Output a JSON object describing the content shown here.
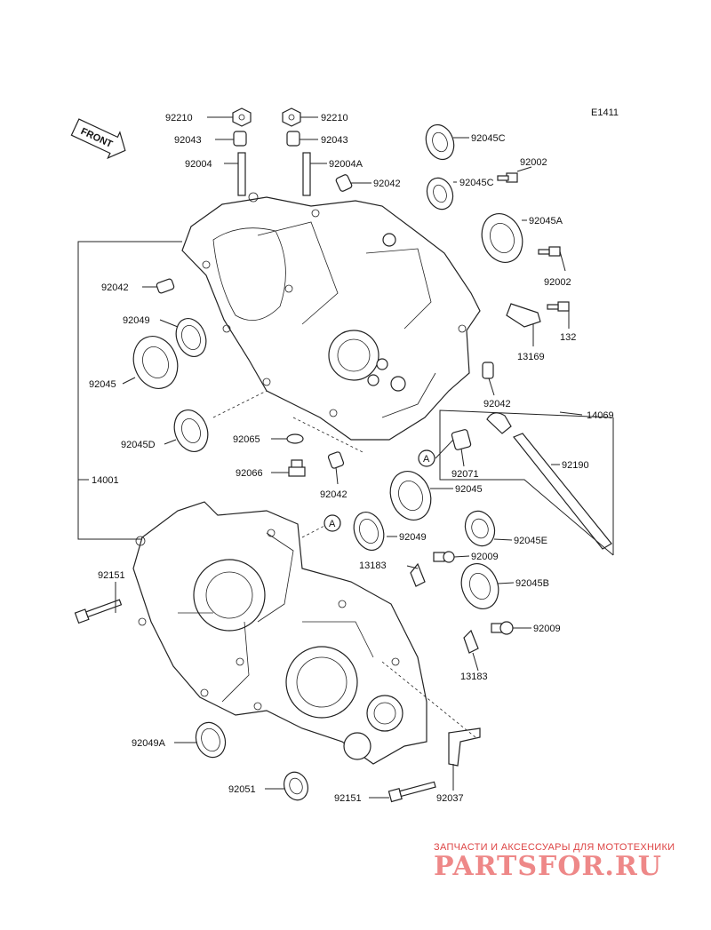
{
  "diagram_id": "E1411",
  "front_label": "FRONT",
  "part_labels": {
    "p92210_l": "92210",
    "p92210_r": "92210",
    "p92043_l": "92043",
    "p92043_r": "92043",
    "p92004": "92004",
    "p92004A": "92004A",
    "p92042_top": "92042",
    "p92045C_1": "92045C",
    "p92002_1": "92002",
    "p92045C_2": "92045C",
    "p92045A": "92045A",
    "p92002_2": "92002",
    "p92042_l": "92042",
    "p132": "132",
    "p92049_l": "92049",
    "p13169": "13169",
    "p92045": "92045",
    "p92042_mid": "92042",
    "p14069": "14069",
    "p92065": "92065",
    "p92045D": "92045D",
    "p92071": "92071",
    "p92190": "92190",
    "p92066": "92066",
    "p92042_low": "92042",
    "p92045_low": "92045",
    "p14001": "14001",
    "p92049_low": "92049",
    "p92045E": "92045E",
    "p13183_1": "13183",
    "p92009_1": "92009",
    "p92151_l": "92151",
    "p92045B": "92045B",
    "p92009_2": "92009",
    "p13183_2": "13183",
    "p92049A": "92049A",
    "p92051": "92051",
    "p92151_b": "92151",
    "p92037": "92037"
  },
  "ref_markers": {
    "a1": "A",
    "a2": "A"
  },
  "watermark": {
    "text": "ЗАПЧАСТИ И АКСЕССУАРЫ ДЛЯ МОТОТЕХНИКИ",
    "logo": "PARTSFOR.RU"
  }
}
